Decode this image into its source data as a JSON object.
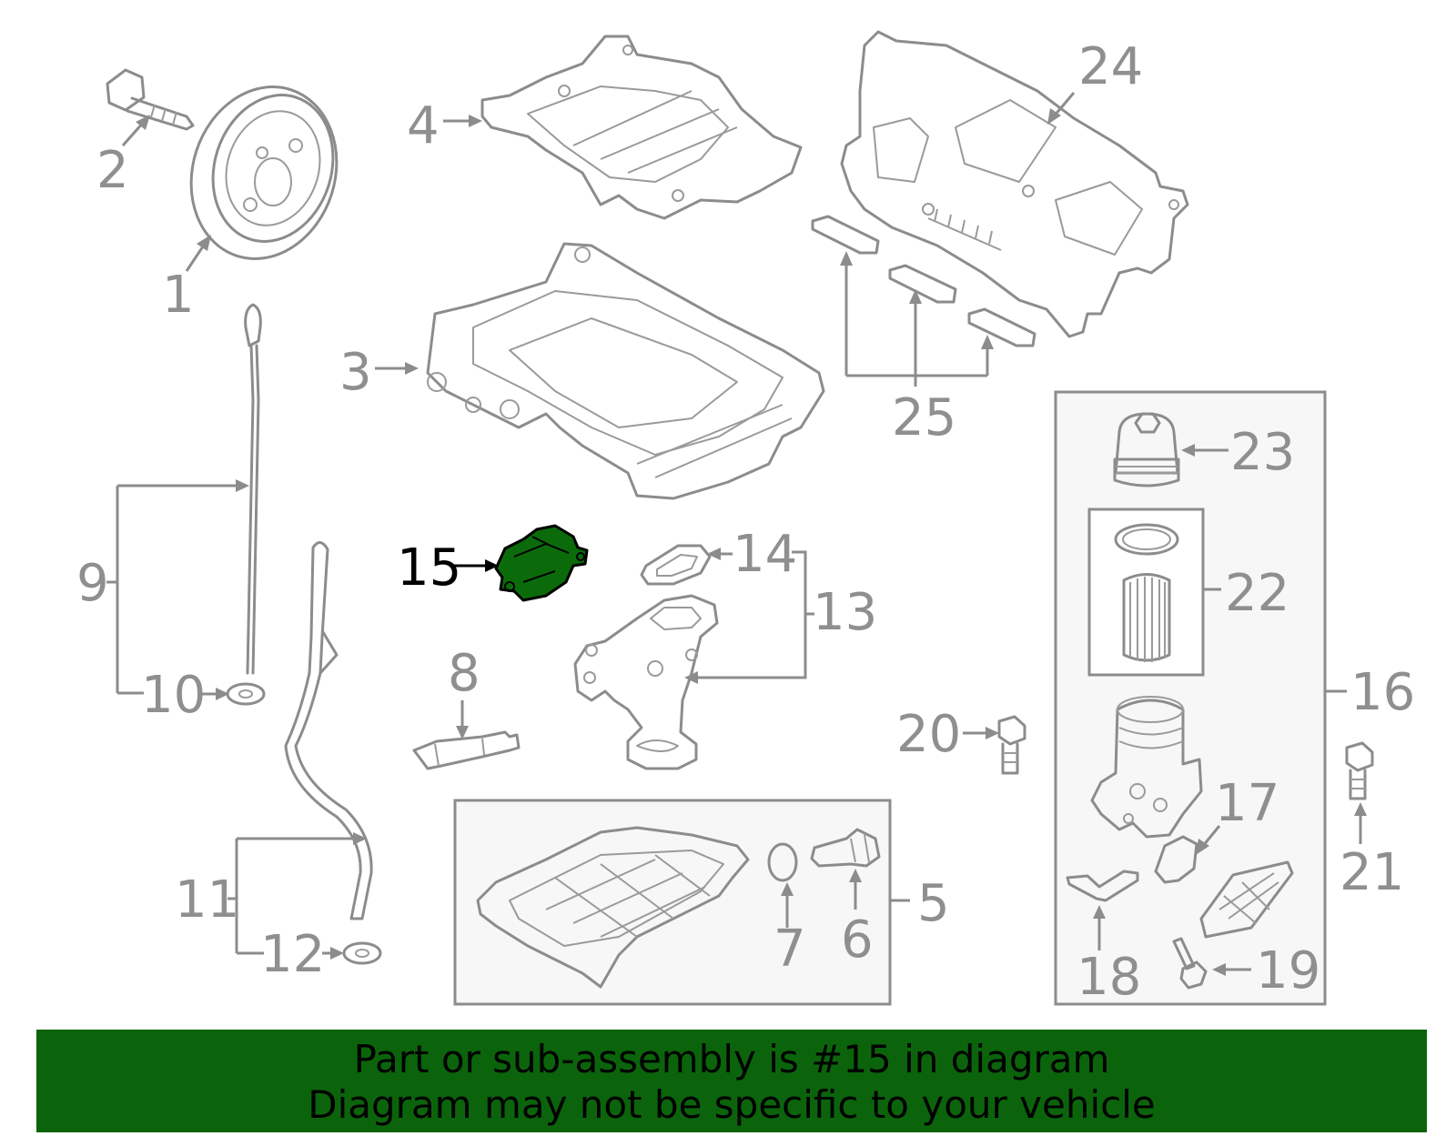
{
  "highlight": {
    "part_number": "15",
    "color": "#0b640b"
  },
  "callouts": [
    "1",
    "2",
    "3",
    "4",
    "5",
    "6",
    "7",
    "8",
    "9",
    "10",
    "11",
    "12",
    "13",
    "14",
    "15",
    "16",
    "17",
    "18",
    "19",
    "20",
    "21",
    "22",
    "23",
    "24",
    "25"
  ],
  "banner": {
    "line1": "Part or sub-assembly is #15 in diagram",
    "line2": "Diagram may not be specific to your vehicle"
  }
}
